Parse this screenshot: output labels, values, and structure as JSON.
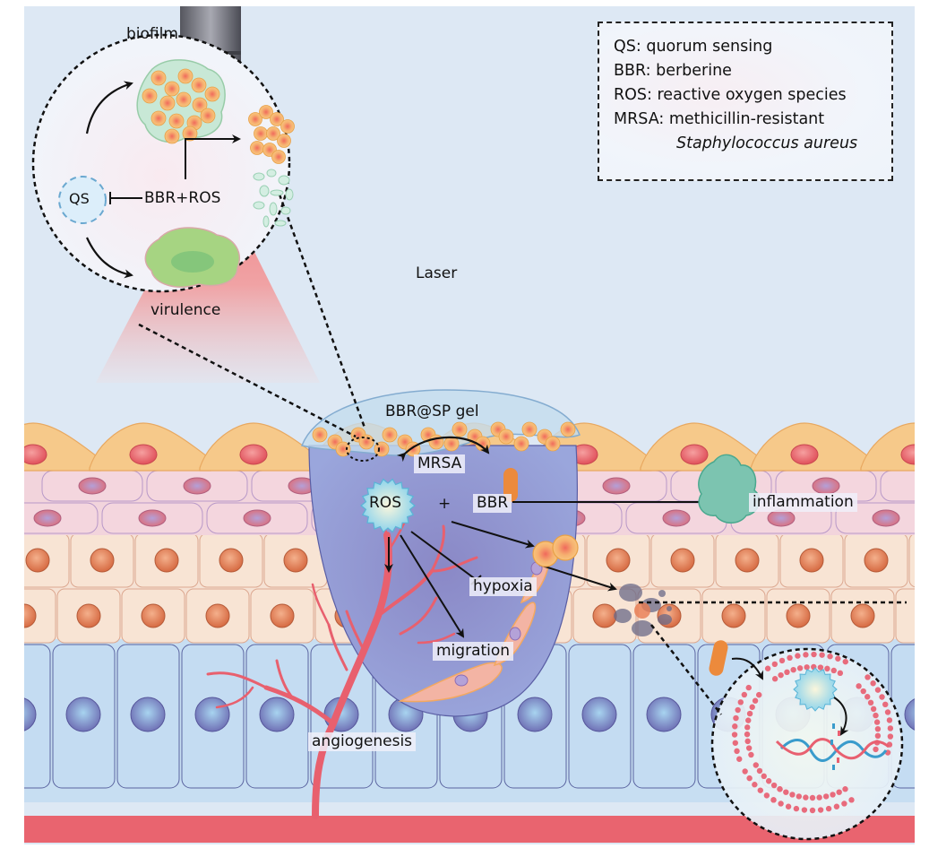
{
  "legend": {
    "items": [
      {
        "abbr": "QS",
        "text": "QS: quorum sensing"
      },
      {
        "abbr": "BBR",
        "text": "BBR: berberine"
      },
      {
        "abbr": "ROS",
        "text": "ROS: reactive oxygen species"
      },
      {
        "abbr": "MRSA",
        "text": "MRSA: methicillin-resistant"
      }
    ],
    "species_italic": "Staphylococcus aureus"
  },
  "inset_qs": {
    "center_label": "QS",
    "inhibitor_label": "BBR+ROS",
    "top_label": "biofilm",
    "bottom_label": "virulence"
  },
  "laser": {
    "label": "Laser"
  },
  "wound": {
    "gel_label": "BBR@SP gel",
    "bacteria_label": "MRSA",
    "ros_label": "ROS",
    "plus": "+",
    "bbr_label": "BBR",
    "inflammation_label": "inflammation",
    "hypoxia_label": "hypoxia",
    "migration_label": "migration",
    "angiogenesis_label": "angiogenesis"
  },
  "colors": {
    "background": "#dde8f4",
    "laser_beam": "#ee8488",
    "wound": "#8e90cc",
    "vessel": "#e8606e",
    "bacteria": "#f4b46c",
    "bbr_rod": "#ec8a3c",
    "ros": "#a8dff0",
    "macrophage": "#7cc4b0",
    "membrane": "#e86b7c",
    "dna_red": "#e86070",
    "dna_blue": "#3a9ccc"
  }
}
